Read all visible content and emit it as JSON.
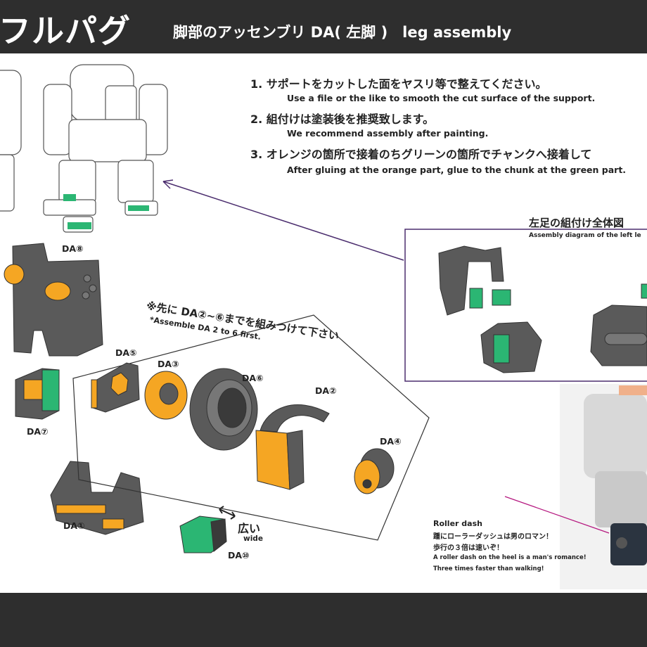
{
  "header": {
    "brand": "フルパグ",
    "title": "脚部のアッセンブリ DA( 左脚 )　leg assembly"
  },
  "instructions": [
    {
      "ja": "1. サポートをカットした面をヤスリ等で整えてください。",
      "en": "Use a file or the like to smooth the cut surface of the support."
    },
    {
      "ja": "2. 組付けは塗装後を推奨致します。",
      "en": "We recommend assembly after painting."
    },
    {
      "ja": "3. オレンジの箇所で接着のちグリーンの箇所でチャンクへ接着して",
      "en": "After gluing at the orange part, glue to the chunk at the green part."
    }
  ],
  "assembly_diagram": {
    "ja": "左足の組付け全体図",
    "en": "Assembly diagram of the left le"
  },
  "pre_assemble": {
    "ja": "※先に DA②~⑥までを組みつけて下さい",
    "en": "*Assemble DA 2 to 6 first."
  },
  "parts": {
    "da1": "DA①",
    "da2": "DA②",
    "da3": "DA③",
    "da4": "DA④",
    "da5": "DA⑤",
    "da6": "DA⑥",
    "da7": "DA⑦",
    "da8": "DA⑧",
    "da10": "DA⑩"
  },
  "wide": {
    "ja": "広い",
    "en": "wide"
  },
  "roller": {
    "title": "Roller dash",
    "line1": "踵にローラーダッシュは男のロマン！",
    "line2": "歩行の３倍は速いぞ！",
    "line3": "A roller dash on the heel is a man's romance!",
    "line4": "Three times faster than walking!"
  },
  "colors": {
    "orange": "#f5a623",
    "green": "#2bb673",
    "gray": "#5a5a5a",
    "header": "#2e2e2e",
    "purple": "#4b2d6e"
  }
}
